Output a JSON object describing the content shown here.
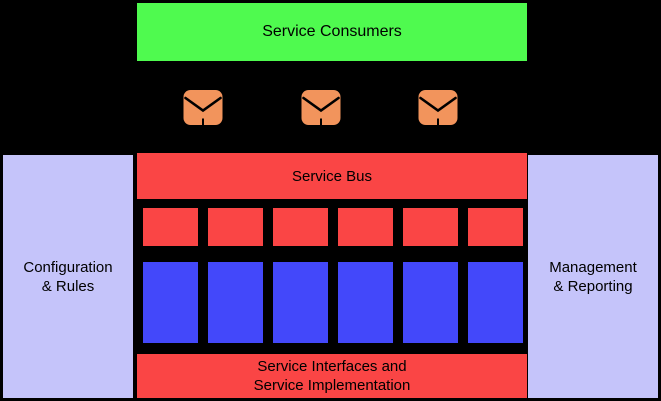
{
  "colors": {
    "background": "#000000",
    "green": "#4FFA4F",
    "red": "#FA4545",
    "blue": "#4348FA",
    "lavender": "#C5C4FA",
    "orange": "#F2945C",
    "text": "#000000"
  },
  "consumers": {
    "label": "Service Consumers"
  },
  "envelopes": {
    "count": 3,
    "icon": "envelope-icon"
  },
  "bus": {
    "label": "Service Bus"
  },
  "grid": {
    "red_count": 6,
    "blue_count": 6
  },
  "panels": {
    "left": {
      "line1": "Configuration",
      "line2": "& Rules"
    },
    "right": {
      "line1": "Management",
      "line2": "& Reporting"
    }
  },
  "implementation": {
    "line1": "Service Interfaces and",
    "line2": "Service Implementation"
  }
}
